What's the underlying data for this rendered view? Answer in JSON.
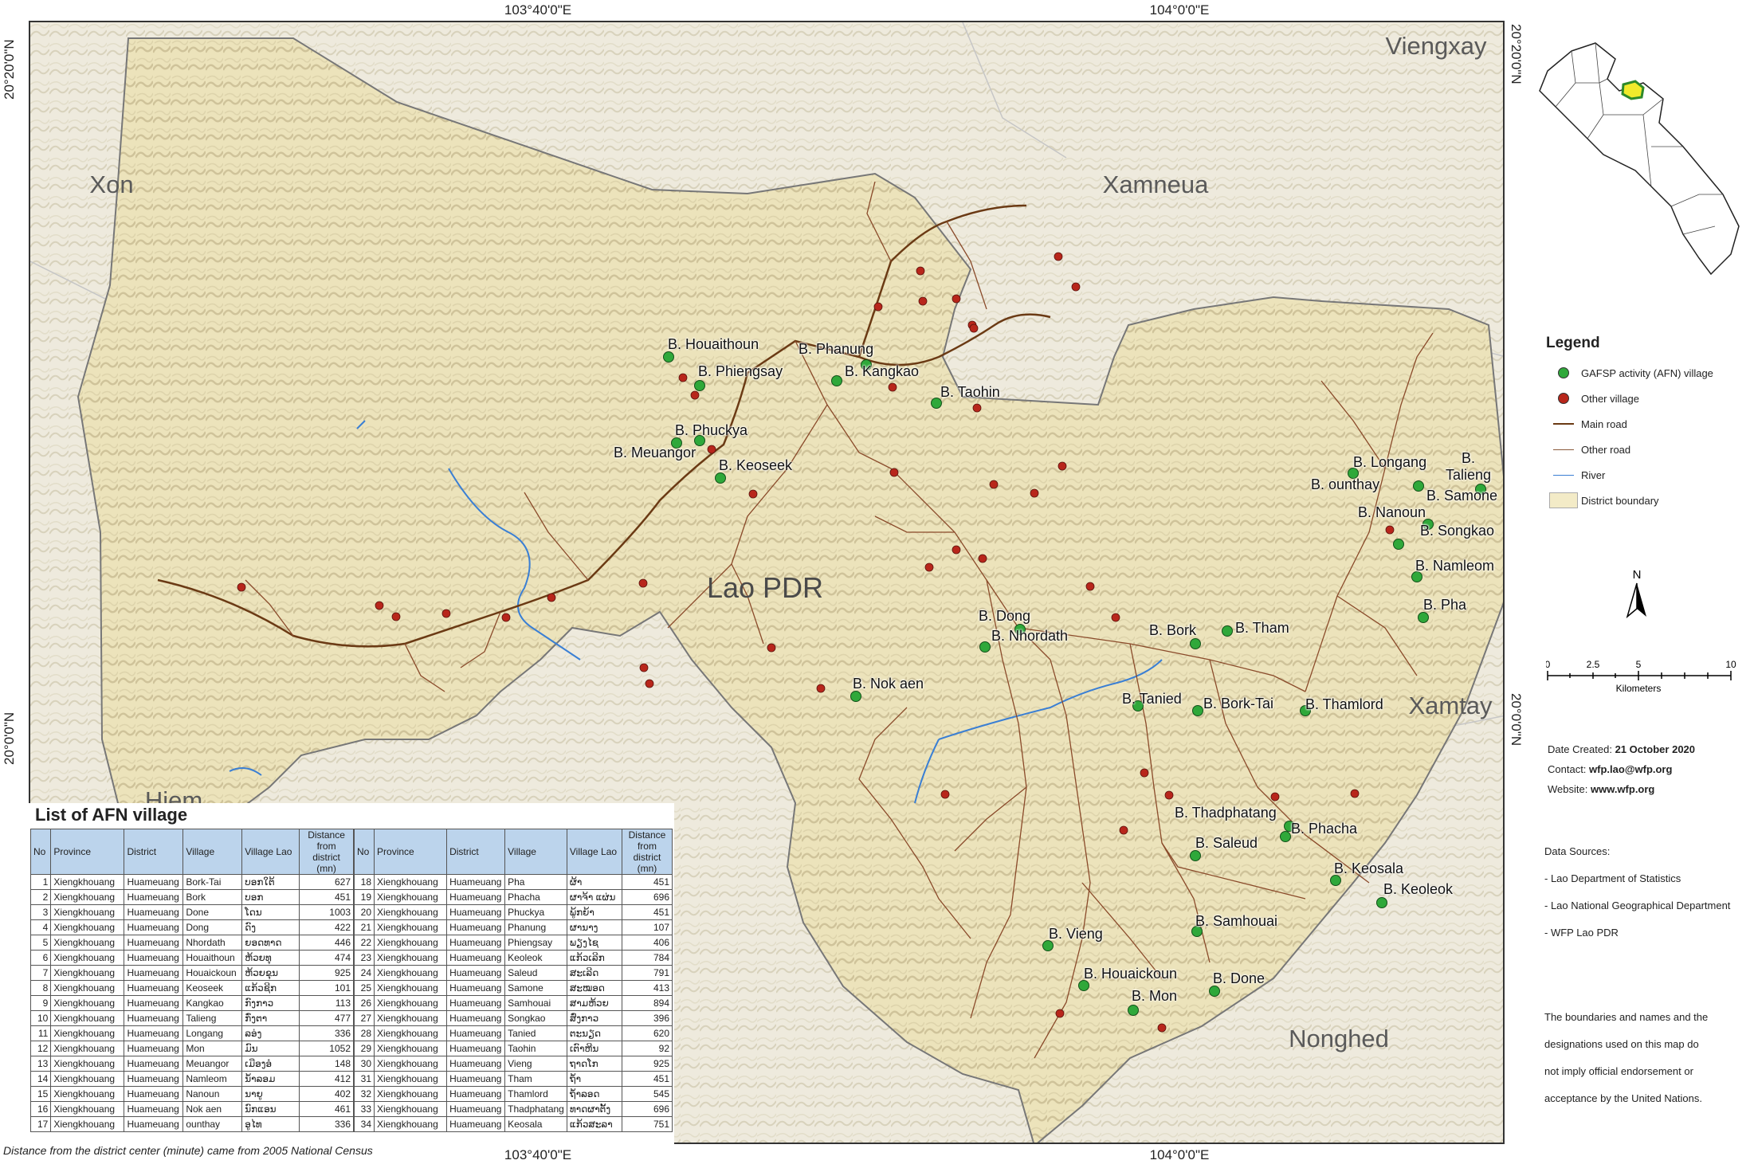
{
  "coordinates": {
    "top": [
      "103°40'0\"E",
      "104°0'0\"E"
    ],
    "bottom": [
      "103°40'0\"E",
      "104°0'0\"E"
    ],
    "left": [
      "20°20'0\"N",
      "20°0'0\"N"
    ],
    "right": [
      "20°20'0\"N",
      "20°0'0\"N"
    ]
  },
  "regions": {
    "xon": "Xon",
    "xamneua": "Xamneua",
    "viengxay": "Viengxay",
    "xamtay": "Xamtay",
    "nonghed": "Nonghed",
    "hiem": "Hiem",
    "country": "Lao PDR"
  },
  "villages": [
    {
      "id": "houaithoun",
      "label": "B. Houaithoun",
      "type": "afn"
    },
    {
      "id": "phiengsay",
      "label": "B. Phiengsay",
      "type": "afn"
    },
    {
      "id": "phanung",
      "label": "B. Phanung",
      "type": "afn"
    },
    {
      "id": "kangkao",
      "label": "B. Kangkao",
      "type": "afn"
    },
    {
      "id": "taohin",
      "label": "B. Taohin",
      "type": "afn"
    },
    {
      "id": "phuckya",
      "label": "B. Phuckya",
      "type": "afn"
    },
    {
      "id": "meuangor",
      "label": "B. Meuangor",
      "type": "afn"
    },
    {
      "id": "keoseek",
      "label": "B. Keoseek",
      "type": "afn"
    },
    {
      "id": "longang",
      "label": "B. Longang",
      "type": "afn"
    },
    {
      "id": "ounthay",
      "label": "B. ounthay",
      "type": "afn"
    },
    {
      "id": "talieng_b",
      "label": "B.",
      "type": "afn"
    },
    {
      "id": "talieng",
      "label": "Talieng",
      "type": "afn"
    },
    {
      "id": "samone",
      "label": "B. Samone",
      "type": "afn"
    },
    {
      "id": "nanoun",
      "label": "B. Nanoun",
      "type": "afn"
    },
    {
      "id": "songkao",
      "label": "B. Songkao",
      "type": "afn"
    },
    {
      "id": "namleom",
      "label": "B. Namleom",
      "type": "afn"
    },
    {
      "id": "pha",
      "label": "B. Pha",
      "type": "afn"
    },
    {
      "id": "dong",
      "label": "B. Dong",
      "type": "afn"
    },
    {
      "id": "nhordath",
      "label": "B. Nhordath",
      "type": "afn"
    },
    {
      "id": "bork",
      "label": "B. Bork",
      "type": "afn"
    },
    {
      "id": "tham",
      "label": "B. Tham",
      "type": "afn"
    },
    {
      "id": "nokaen",
      "label": "B. Nok aen",
      "type": "afn"
    },
    {
      "id": "tanied",
      "label": "B. Tanied",
      "type": "afn"
    },
    {
      "id": "borktai",
      "label": "B. Bork-Tai",
      "type": "afn"
    },
    {
      "id": "thamlord",
      "label": "B. Thamlord",
      "type": "afn"
    },
    {
      "id": "thadphatang",
      "label": "B. Thadphatang",
      "type": "afn"
    },
    {
      "id": "phacha",
      "label": "B. Phacha",
      "type": "afn"
    },
    {
      "id": "saleud",
      "label": "B. Saleud",
      "type": "afn"
    },
    {
      "id": "keosala",
      "label": "B. Keosala",
      "type": "afn"
    },
    {
      "id": "keoleok",
      "label": "B. Keoleok",
      "type": "afn"
    },
    {
      "id": "samhouai",
      "label": "B. Samhouai",
      "type": "afn"
    },
    {
      "id": "vieng",
      "label": "B. Vieng",
      "type": "afn"
    },
    {
      "id": "houaickoun",
      "label": "B. Houaickoun",
      "type": "afn"
    },
    {
      "id": "done",
      "label": "B. Done",
      "type": "afn"
    },
    {
      "id": "mon",
      "label": "B. Mon",
      "type": "afn"
    }
  ],
  "legend": {
    "title": "Legend",
    "items": [
      {
        "label": "GAFSP activity (AFN) village",
        "kind": "dot",
        "color": "#2fa83a"
      },
      {
        "label": "Other village",
        "kind": "dot",
        "color": "#b8261b"
      },
      {
        "label": "Main road",
        "kind": "line",
        "color": "#6b3a14"
      },
      {
        "label": "Other road",
        "kind": "line",
        "color": "#8a5a3a"
      },
      {
        "label": "River",
        "kind": "line",
        "color": "#3a7fd4"
      },
      {
        "label": "District boundary",
        "kind": "swatch",
        "color": "#f3ebc7"
      }
    ]
  },
  "north": "N",
  "scale": {
    "ticks": [
      "0",
      "2.5",
      "5",
      "10"
    ],
    "unit": "Kilometers"
  },
  "info": {
    "date_label": "Date Created:",
    "date": "21 October 2020",
    "contact_label": "Contact:",
    "contact": "wfp.lao@wfp.org",
    "website_label": "Website:",
    "website": "www.wfp.org"
  },
  "sources": {
    "title": "Data Sources:",
    "items": [
      "- Lao Department of Statistics",
      "- Lao National Geographical Department",
      "- WFP Lao PDR"
    ]
  },
  "disclaimer": [
    "The boundaries and names and the",
    "designations used on this map do",
    "not imply official endorsement or",
    "acceptance by the United Nations."
  ],
  "table": {
    "title": "List of AFN village",
    "headers": {
      "no": "No",
      "province": "Province",
      "district": "District",
      "village": "Village",
      "village_lao": "Village Lao",
      "distance": "Distance from district (mn)"
    },
    "rows": [
      [
        "1",
        "Xiengkhouang",
        "Huameuang",
        "Bork-Tai",
        "ບອກໃຕ້",
        "627"
      ],
      [
        "2",
        "Xiengkhouang",
        "Huameuang",
        "Bork",
        "ບອກ",
        "451"
      ],
      [
        "3",
        "Xiengkhouang",
        "Huameuang",
        "Done",
        "ໂດນ",
        "1003"
      ],
      [
        "4",
        "Xiengkhouang",
        "Huameuang",
        "Dong",
        "ດົງ",
        "422"
      ],
      [
        "5",
        "Xiengkhouang",
        "Huameuang",
        "Nhordath",
        "ຍອດທາດ",
        "446"
      ],
      [
        "6",
        "Xiengkhouang",
        "Huameuang",
        "Houaithoun",
        "ຫ້ວຍທຸ",
        "474"
      ],
      [
        "7",
        "Xiengkhouang",
        "Huameuang",
        "Houaickoun",
        "ຫ້ວຍຂຸນ",
        "925"
      ],
      [
        "8",
        "Xiengkhouang",
        "Huameuang",
        "Keoseek",
        "ແກ້ວຊີກ",
        "101"
      ],
      [
        "9",
        "Xiengkhouang",
        "Huameuang",
        "Kangkao",
        "ກົງກາວ",
        "113"
      ],
      [
        "10",
        "Xiengkhouang",
        "Huameuang",
        "Talieng",
        "ກົ່ງຕາ",
        "477"
      ],
      [
        "11",
        "Xiengkhouang",
        "Huameuang",
        "Longang",
        "ລອ່ງ",
        "336"
      ],
      [
        "12",
        "Xiengkhouang",
        "Huameuang",
        "Mon",
        "ມົນ",
        "1052"
      ],
      [
        "13",
        "Xiengkhouang",
        "Huameuang",
        "Meuangor",
        "ເມືອງອໍ",
        "148"
      ],
      [
        "14",
        "Xiengkhouang",
        "Huameuang",
        "Namleom",
        "ນ້ຳລອມ",
        "412"
      ],
      [
        "15",
        "Xiengkhouang",
        "Huameuang",
        "Nanoun",
        "ນາຍູ",
        "402"
      ],
      [
        "16",
        "Xiengkhouang",
        "Huameuang",
        "Nok aen",
        "ນົກແອນ",
        "461"
      ],
      [
        "17",
        "Xiengkhouang",
        "Huameuang",
        "ounthay",
        "ອູໄທ",
        "336"
      ]
    ],
    "rows2": [
      [
        "18",
        "Xiengkhouang",
        "Huameuang",
        "Pha",
        "ຜ້າ",
        "451"
      ],
      [
        "19",
        "Xiengkhouang",
        "Huameuang",
        "Phacha",
        "ຜາຈ້າ ແຜ່ນ",
        "696"
      ],
      [
        "20",
        "Xiengkhouang",
        "Huameuang",
        "Phuckya",
        "ພູ້ກຍ້າ",
        "451"
      ],
      [
        "21",
        "Xiengkhouang",
        "Huameuang",
        "Phanung",
        "ຜານາງ",
        "107"
      ],
      [
        "22",
        "Xiengkhouang",
        "Huameuang",
        "Phiengsay",
        "ພຽງໄຊ",
        "406"
      ],
      [
        "23",
        "Xiengkhouang",
        "Huameuang",
        "Keoleok",
        "ແກ້ວເລີກ",
        "784"
      ],
      [
        "24",
        "Xiengkhouang",
        "Huameuang",
        "Saleud",
        "ສະເລີດ",
        "791"
      ],
      [
        "25",
        "Xiengkhouang",
        "Huameuang",
        "Samone",
        "ສະໝອດ",
        "413"
      ],
      [
        "26",
        "Xiengkhouang",
        "Huameuang",
        "Samhouai",
        "ສາມຫ້ວຍ",
        "894"
      ],
      [
        "27",
        "Xiengkhouang",
        "Huameuang",
        "Songkao",
        "ສົ່ງກາວ",
        "396"
      ],
      [
        "28",
        "Xiengkhouang",
        "Huameuang",
        "Tanied",
        "ຕະນຽດ",
        "620"
      ],
      [
        "29",
        "Xiengkhouang",
        "Huameuang",
        "Taohin",
        "ເຕົາຫີນ",
        "92"
      ],
      [
        "30",
        "Xiengkhouang",
        "Huameuang",
        "Vieng",
        "ຖາດໂກ",
        "925"
      ],
      [
        "31",
        "Xiengkhouang",
        "Huameuang",
        "Tham",
        "ຖ້ຳ",
        "451"
      ],
      [
        "32",
        "Xiengkhouang",
        "Huameuang",
        "Thamlord",
        "ຖ້ຳລອດ",
        "545"
      ],
      [
        "33",
        "Xiengkhouang",
        "Huameuang",
        "Thadphatang",
        "ທາດຜາຕັ້ງ",
        "696"
      ],
      [
        "34",
        "Xiengkhouang",
        "Huameuang",
        "Keosala",
        "ແກ້ວສະລາ",
        "751"
      ]
    ],
    "footnote": "Distance from the district center (minute) came from 2005 National Census"
  }
}
